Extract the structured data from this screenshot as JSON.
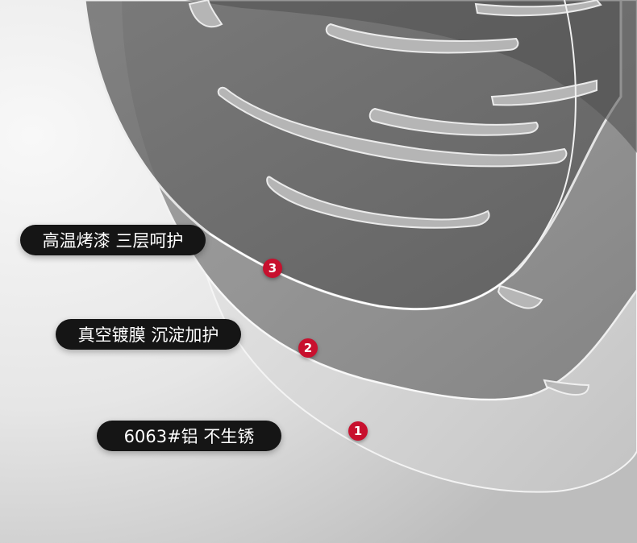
{
  "callouts": [
    {
      "text": "高温烤漆 三层呵护",
      "number": "3"
    },
    {
      "text": "真空镀膜 沉淀加护",
      "number": "2"
    },
    {
      "text": "6063#铝 不生锈",
      "number": "1"
    }
  ],
  "colors": {
    "badge": "#c8102e",
    "pill_bg": "#151515",
    "pill_text": "#ffffff",
    "background": "#e9e9e9"
  }
}
